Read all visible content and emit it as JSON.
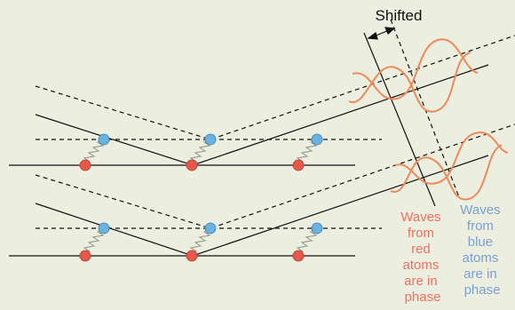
{
  "labels": {
    "shifted": "Shifted",
    "red_caption": [
      "Waves",
      "from",
      "red",
      "atoms",
      "are in",
      "phase"
    ],
    "blue_caption": [
      "Waves",
      "from",
      "blue",
      "atoms",
      "are in",
      "phase"
    ]
  },
  "colors": {
    "background": "#eceee0",
    "red_atom": "#e8584a",
    "blue_atom": "#6ab2e0",
    "wave": "#ee8a5a",
    "red_text": "#ee7062",
    "blue_text": "#7aa0d4",
    "line": "#111111",
    "spring": "#a0a098"
  }
}
